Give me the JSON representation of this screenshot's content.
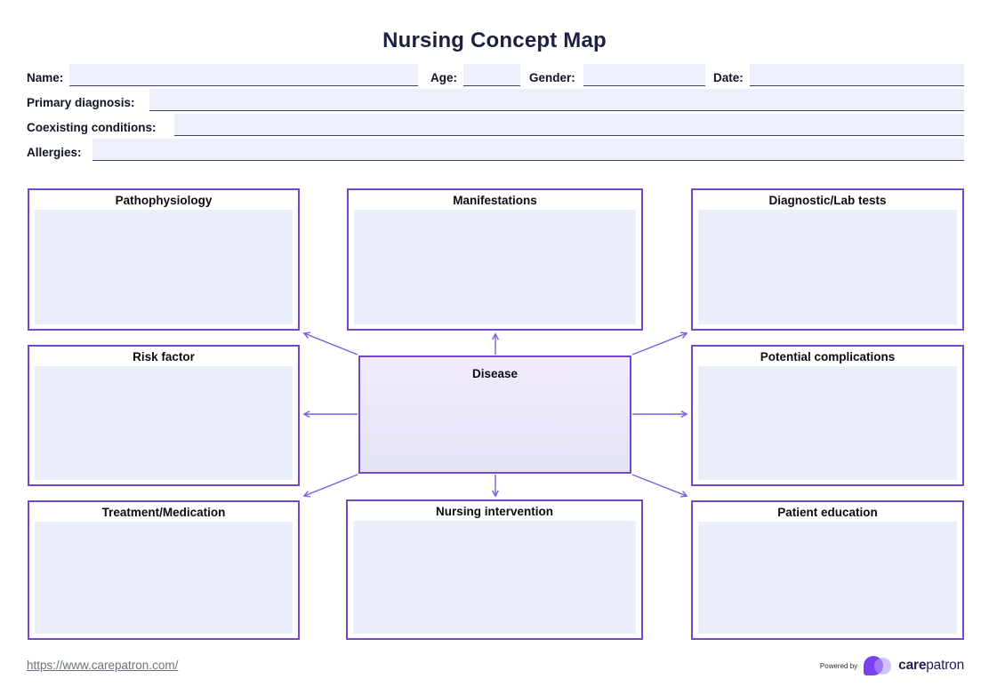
{
  "title": "Nursing Concept Map",
  "form": {
    "name_label": "Name:",
    "age_label": "Age:",
    "gender_label": "Gender:",
    "date_label": "Date:",
    "primary_diagnosis_label": "Primary diagnosis:",
    "coexisting_conditions_label": "Coexisting conditions:",
    "allergies_label": "Allergies:",
    "values": {
      "name": "",
      "age": "",
      "gender": "",
      "date": "",
      "primary_diagnosis": "",
      "coexisting_conditions": "",
      "allergies": ""
    }
  },
  "map": {
    "center_label": "Disease",
    "nodes": [
      {
        "id": "pathophysiology",
        "label": "Pathophysiology"
      },
      {
        "id": "manifestations",
        "label": "Manifestations"
      },
      {
        "id": "diagnostic-lab-tests",
        "label": "Diagnostic/Lab tests"
      },
      {
        "id": "risk-factor",
        "label": "Risk factor"
      },
      {
        "id": "potential-complications",
        "label": "Potential complications"
      },
      {
        "id": "treatment-medication",
        "label": "Treatment/Medication"
      },
      {
        "id": "nursing-intervention",
        "label": "Nursing intervention"
      },
      {
        "id": "patient-education",
        "label": "Patient education"
      }
    ]
  },
  "footer": {
    "link_text": "https://www.carepatron.com/",
    "powered_by_text": "Powered by",
    "brand_bold": "care",
    "brand_regular": "patron"
  },
  "colors": {
    "title_navy": "#1b2142",
    "box_border_purple": "#7448cb",
    "arrow_purple": "#7d5ce0",
    "field_bg": "#edeffc",
    "field_underline": "#3c3f63",
    "box_content_bg": "#ebeefb",
    "logo_purple": "#7b42ef",
    "link_gray": "#6d727e"
  }
}
